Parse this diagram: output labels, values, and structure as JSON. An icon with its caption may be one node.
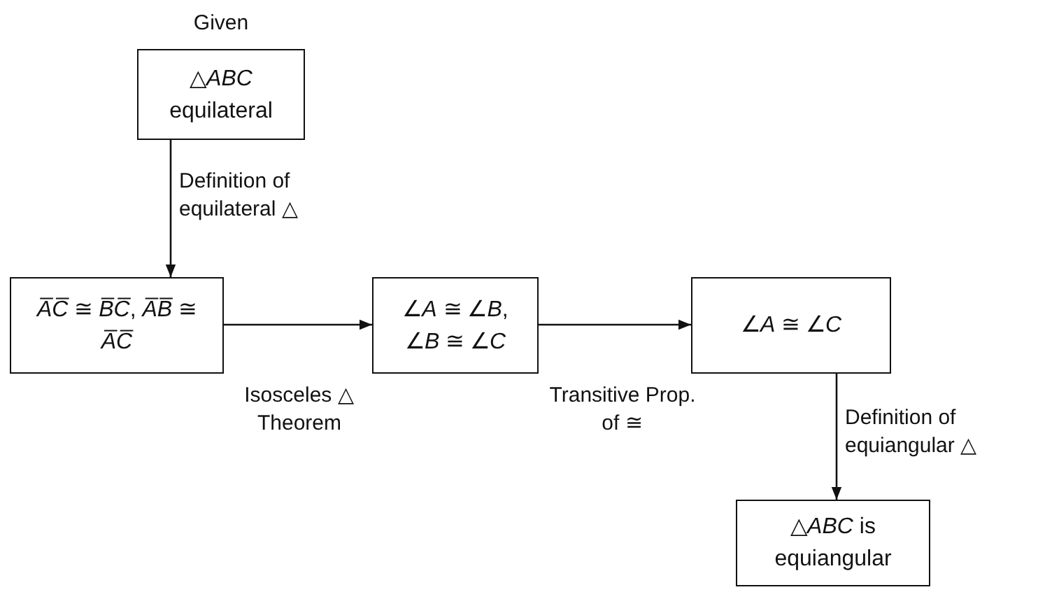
{
  "diagram": {
    "nodes": [
      {
        "text": [
          "Given",
          "△*ABC* equilateral"
        ]
      },
      {
        "text": [
          "*A̅C̅* ≅ *B̅C̅*, *A̅B̅* ≅ *A̅C̅*"
        ]
      },
      {
        "text": [
          "∠*A* ≅ ∠*B*, ∠*B* ≅ ∠*C*"
        ]
      },
      {
        "text": [
          "∠*A* ≅ ∠*C*"
        ]
      },
      {
        "text": [
          "△*ABC* is equiangular"
        ]
      }
    ],
    "edges": [
      {
        "from": 0,
        "to": 1,
        "arrow": "to",
        "label": "Definition of equilateral △"
      },
      {
        "from": 1,
        "to": 2,
        "arrow": "to",
        "label": "Isosceles △ Theorem"
      },
      {
        "from": 2,
        "to": 3,
        "arrow": "to",
        "label": "Transitive Prop. of ≅"
      },
      {
        "from": 3,
        "to": 4,
        "arrow": "to",
        "label": "Definition of equiangular △"
      }
    ]
  }
}
